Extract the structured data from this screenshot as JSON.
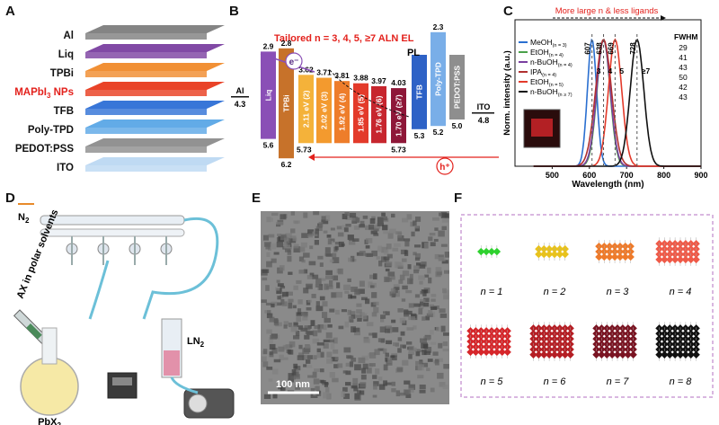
{
  "panels": {
    "a": {
      "letter": "A",
      "layers": [
        {
          "label": "Al",
          "color": "#7d7d7d"
        },
        {
          "label": "Liq",
          "color": "#7a3fa0"
        },
        {
          "label": "TPBi",
          "color": "#f08a2a"
        },
        {
          "label": "MAPbI",
          "label_sub": "3",
          "label_suffix": " NPs",
          "color": "#e8391c",
          "highlight": true
        },
        {
          "label": "TFB",
          "color": "#2d6fd6"
        },
        {
          "label": "Poly-TPD",
          "color": "#5aa6e6"
        },
        {
          "label": "PEDOT:PSS",
          "color": "#8c8c8c"
        },
        {
          "label": "ITO",
          "color": "#bcd8f2"
        }
      ]
    },
    "b": {
      "letter": "B",
      "title": "Tailored n = 3, 4, 5, ≥7 ALN EL",
      "electron": "e⁻",
      "hole": "h⁺",
      "pl": "PL",
      "al_label": "Al",
      "al_value": "4.3",
      "ito_label": "ITO",
      "ito_value": "4.8",
      "blocks": [
        {
          "name": "Liq",
          "top": "2.9",
          "bottom": "5.6",
          "color": "#8a4fb6"
        },
        {
          "name": "TPBi",
          "top": "2.8",
          "bottom": "6.2",
          "color": "#c7722a"
        },
        {
          "name": "2.11 eV (2)",
          "top": "3.62",
          "color": "#f4b23a"
        },
        {
          "name": "2.02 eV (3)",
          "top": "3.71",
          "color": "#f39a2e"
        },
        {
          "name": "1.92 eV (4)",
          "top": "3.81",
          "color": "#ee7d2a"
        },
        {
          "name": "1.85 eV (5)",
          "top": "3.88",
          "color": "#e33a2a"
        },
        {
          "name": "1.76 eV (6)",
          "top": "3.97",
          "color": "#c7262e"
        },
        {
          "name": "1.70 eV (≥7)",
          "top": "4.03",
          "bottom": "5.73",
          "color": "#8e1738"
        },
        {
          "name": "TFB",
          "bottom": "5.3",
          "color": "#2e62c6"
        },
        {
          "name": "Poly-TPD",
          "top": "2.3",
          "bottom": "5.2",
          "color": "#79aee8"
        },
        {
          "name": "PEDOT:PSS",
          "bottom": "5.0",
          "color": "#8e8e8e"
        }
      ],
      "extra_value": "5.73"
    },
    "c": {
      "letter": "C",
      "annotation": "More large n & less ligands",
      "fwhm_header": "FWHM",
      "legend": [
        {
          "text": "MeOH",
          "sub": "(n = 3)",
          "color": "#2a6fd0",
          "fwhm": "29"
        },
        {
          "text": "EtOH",
          "sub": "(n = 4)",
          "color": "#4aa14a",
          "fwhm": "41"
        },
        {
          "text": "n-BuOH",
          "sub": "(n = 4)",
          "color": "#7a3fa0",
          "fwhm": "43"
        },
        {
          "text": "IPA",
          "sub": "(n = 4)",
          "color": "#b03030",
          "fwhm": "50"
        },
        {
          "text": "EtOH",
          "sub": "(n = 5)",
          "color": "#e33a2a",
          "fwhm": "42"
        },
        {
          "text": "n-BuOH",
          "sub": "(n ≥ 7)",
          "color": "#111111",
          "fwhm": "43"
        }
      ],
      "peak_labels": [
        "607",
        "638",
        "669",
        "728"
      ],
      "n_labels": [
        "3",
        "4",
        "5",
        "≥7"
      ]
    },
    "d": {
      "letter": "D",
      "n2": "N",
      "n2_sub": "2",
      "ax": "AX in polar solvents",
      "ln2": "LN",
      "ln2_sub": "2",
      "pbx2": "PbX",
      "pbx2_sub": "2"
    },
    "e": {
      "letter": "E",
      "scale": "100 nm"
    },
    "f": {
      "letter": "F",
      "items": [
        {
          "label": "n = 1",
          "color": "#2ed12e"
        },
        {
          "label": "n = 2",
          "color": "#e8c21c"
        },
        {
          "label": "n = 3",
          "color": "#ee7a2a"
        },
        {
          "label": "n = 4",
          "color": "#ef5a48"
        },
        {
          "label": "n = 5",
          "color": "#d6262a"
        },
        {
          "label": "n = 6",
          "color": "#b51e24"
        },
        {
          "label": "n = 7",
          "color": "#7a1422"
        },
        {
          "label": "n = 8",
          "color": "#111111"
        }
      ]
    }
  },
  "chart_data": {
    "type": "line",
    "title": "",
    "xlabel": "Wavelength (nm)",
    "ylabel": "Norm. intensity (a.u.)",
    "xlim": [
      400,
      900
    ],
    "x_ticks": [
      500,
      600,
      700,
      800,
      900
    ],
    "series": [
      {
        "name": "MeOH (n = 3)",
        "peak": 607,
        "fwhm": 29
      },
      {
        "name": "EtOH (n = 4)",
        "peak": 638,
        "fwhm": 41
      },
      {
        "name": "n-BuOH (n = 4)",
        "peak": 638,
        "fwhm": 43
      },
      {
        "name": "IPA (n = 4)",
        "peak": 638,
        "fwhm": 50
      },
      {
        "name": "EtOH (n = 5)",
        "peak": 669,
        "fwhm": 42
      },
      {
        "name": "n-BuOH (n ≥ 7)",
        "peak": 728,
        "fwhm": 43
      }
    ]
  }
}
